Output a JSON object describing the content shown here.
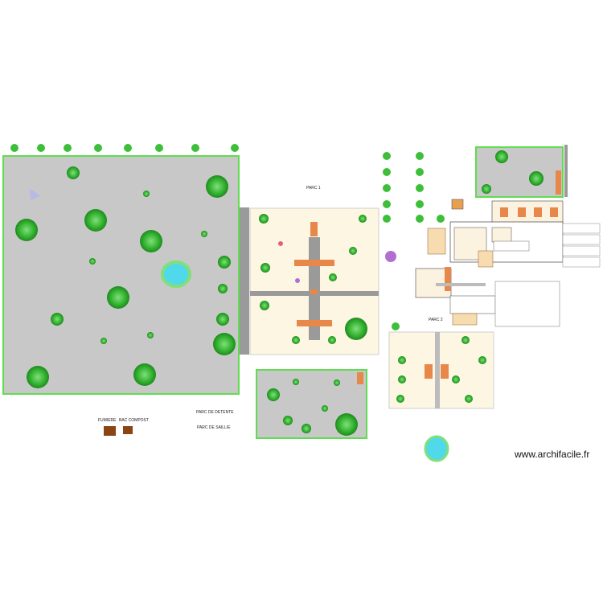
{
  "labels": {
    "parc1": "PARC 1",
    "parc2": "PARC 2",
    "parc_detente": "PARC DE DETENTE",
    "parc_saillie": "PARC DE SAILLIE",
    "fumiere": "FUMIERE",
    "bac_compost": "BAC COMPOST"
  },
  "watermark": "www.archifacile.fr",
  "colors": {
    "grass_border": "#5fdc4f",
    "field_fill": "#c8c8c8",
    "paddock_fill": "#fdf6e3",
    "shelter": "#e8874a",
    "corridor": "#9a9a9a",
    "pond": "#4fd9ea",
    "tree_canopy": "#3dbf3a",
    "compost": "#8b4513"
  },
  "icons": [
    "tree-icon",
    "shrub-icon",
    "pond-icon",
    "flower-icon",
    "stairs-icon"
  ]
}
